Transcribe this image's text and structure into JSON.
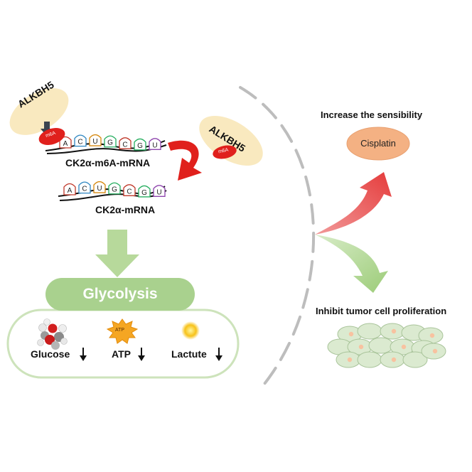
{
  "enzyme": {
    "name": "ALKBH5",
    "mark": "m6A"
  },
  "rna": {
    "methylated_label": "CK2α-m6A-mRNA",
    "demethylated_label": "CK2α-mRNA",
    "bases": [
      "A",
      "C",
      "U",
      "G",
      "C",
      "G",
      "U"
    ],
    "base_colors": [
      "#c0392b",
      "#2e86c1",
      "#d68910",
      "#27ae60",
      "#c0392b",
      "#27ae60",
      "#8e44ad"
    ]
  },
  "glycolysis": {
    "title": "Glycolysis",
    "items": [
      {
        "name": "Glucose",
        "trend": "down"
      },
      {
        "name": "ATP",
        "trend": "down"
      },
      {
        "name": "Lactute",
        "trend": "down"
      }
    ],
    "atp_icon_text": "ATP"
  },
  "outcomes": {
    "sensitivity_title": "Increase the sensibility",
    "drug": "Cisplatin",
    "proliferation_title": "Inhibit tumor cell proliferation"
  },
  "colors": {
    "enzyme_fill": "#f9e9bf",
    "mark_red": "#e0201c",
    "green_arrow": "#b7d99b",
    "glycolysis_fill": "#a9d18e",
    "red_arrow": "#e84a4a",
    "cisplatin_fill": "#f4b183",
    "cell_fill": "#dbead0",
    "cell_nucleus": "#f8c2a0"
  }
}
